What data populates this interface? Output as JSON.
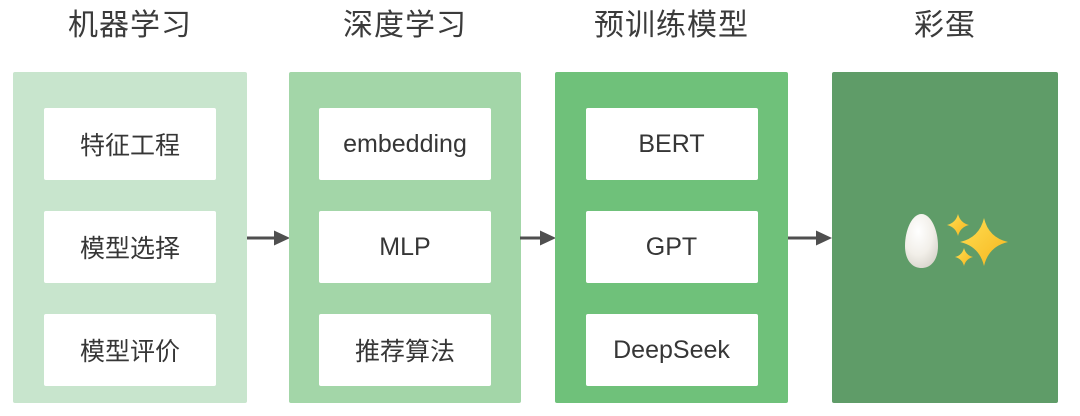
{
  "diagram": {
    "background": "#ffffff",
    "arrow_color": "#4f4f4f",
    "title_color": "#3b3b3b",
    "item_text_color": "#363636",
    "sparkle_color": "#fcc727",
    "egg_color": "#f4f1ea",
    "columns": [
      {
        "title": "机器学习",
        "panel_color": "#c8e5cd",
        "items": [
          "特征工程",
          "模型选择",
          "模型评价"
        ]
      },
      {
        "title": "深度学习",
        "panel_color": "#a3d6a8",
        "items": [
          "embedding",
          "MLP",
          "推荐算法"
        ]
      },
      {
        "title": "预训练模型",
        "panel_color": "#6fc17a",
        "items": [
          "BERT",
          "GPT",
          "DeepSeek"
        ]
      },
      {
        "title": "彩蛋",
        "panel_color": "#5f9c68",
        "items": [],
        "icons": [
          {
            "name": "egg-icon",
            "glyph": "🥚"
          },
          {
            "name": "sparkles-icon",
            "glyph": "✨"
          }
        ]
      }
    ]
  }
}
